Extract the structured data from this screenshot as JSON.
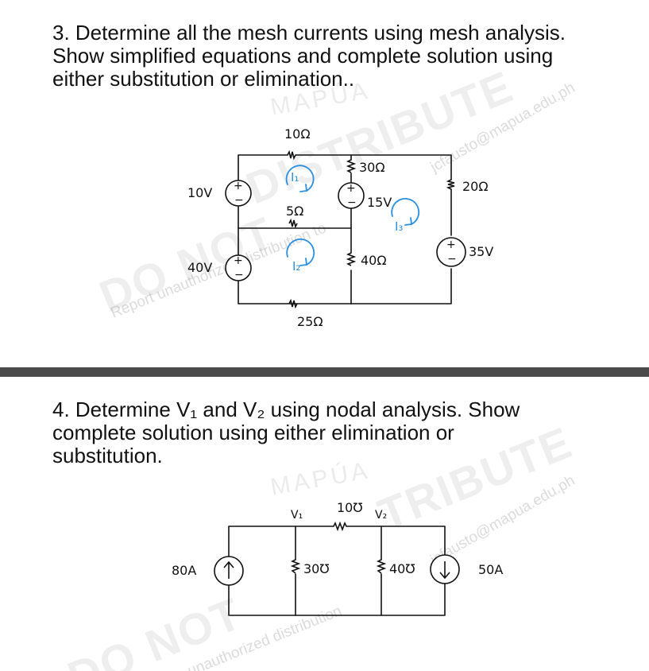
{
  "question3": {
    "lines": [
      "3. Determine all the mesh currents using mesh analysis.",
      "Show simplified equations and complete solution using",
      "either substitution or elimination.."
    ],
    "circuit": {
      "r_top": "10Ω",
      "r_mid_vert": "30Ω",
      "r_right": "20Ω",
      "r_mid_horiz": "5Ω",
      "r_center_low": "40Ω",
      "r_bottom": "25Ω",
      "src_10v": "10V",
      "src_40v": "40V",
      "src_15v": "15V",
      "src_35v": "35V",
      "mesh_1": "I₁",
      "mesh_2": "I₂",
      "mesh_3": "I₃",
      "plus": "+",
      "minus": "−"
    }
  },
  "question4": {
    "lines": [
      "4. Determine V₁ and V₂ using nodal analysis. Show",
      "complete solution using either elimination or",
      "substitution."
    ],
    "circuit": {
      "node_v1": "V₁",
      "node_v2": "V₂",
      "g_top": "10Ʊ",
      "g_30": "30Ʊ",
      "g_40": "40Ʊ",
      "src_80a": "80A",
      "src_50a": "50A"
    }
  },
  "watermark": {
    "do_not": "DO NOT",
    "distribute": "DISTRIBUTE",
    "tribute": "TRIBUTE",
    "university": "MAPÚA",
    "report": "Report unauthorized distribution to",
    "email": "jcfausto@mapua.edu.ph",
    "unauthorized": "unauthorized distribution"
  },
  "colors": {
    "ink": "#111111",
    "mesh_blue": "#2a8fe0",
    "divider": "#4a4a4a"
  }
}
